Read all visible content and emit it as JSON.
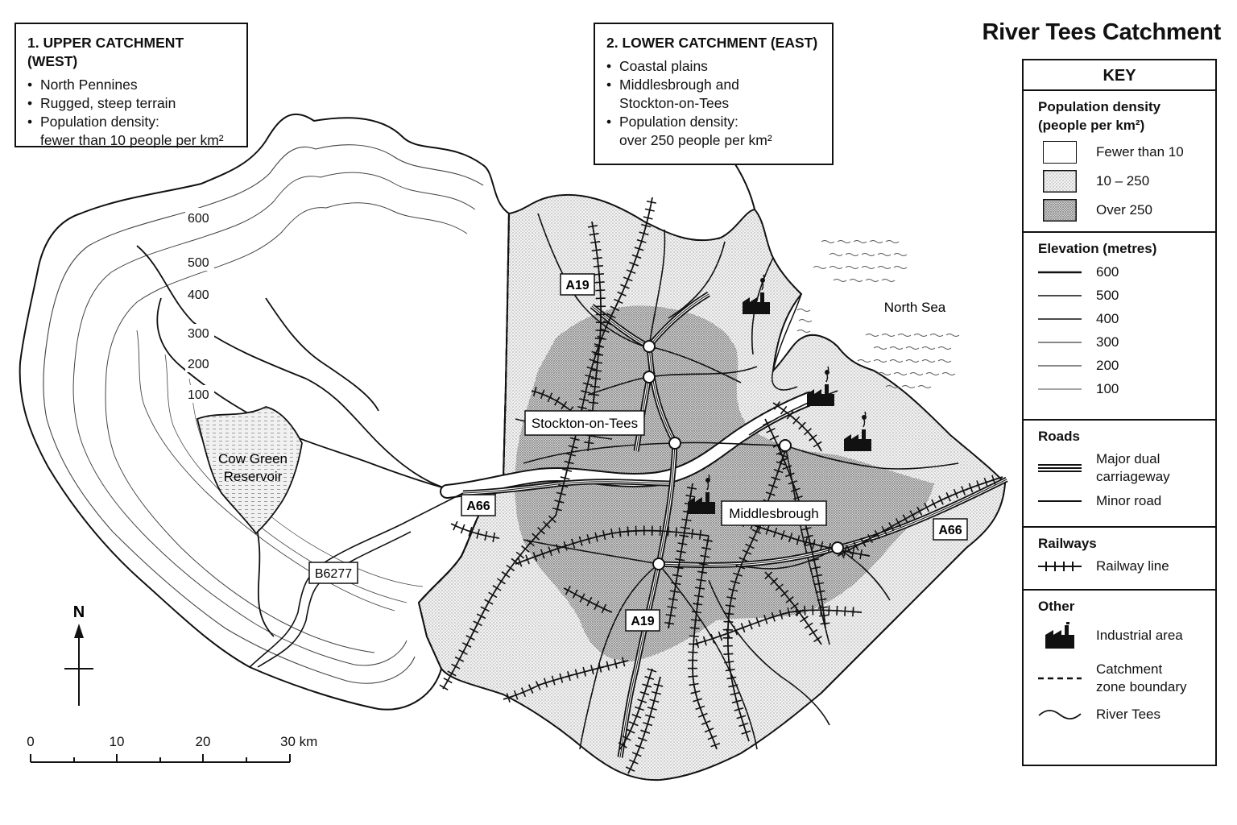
{
  "title": "River Tees Catchment",
  "upper_box": {
    "heading": "1. UPPER CATCHMENT (WEST)",
    "bullets": [
      "North Pennines",
      "Rugged, steep terrain",
      "Population density:"
    ],
    "density_line": "fewer than 10 people per km²"
  },
  "lower_box": {
    "heading": "2. LOWER CATCHMENT (EAST)",
    "bullets": [
      "Coastal plains",
      "Middlesbrough and",
      "Population density:"
    ],
    "bullet2_line2": "Stockton-on-Tees",
    "density_line": "over 250 people per km²"
  },
  "map": {
    "contour_labels": [
      "600",
      "500",
      "400",
      "300",
      "200",
      "100"
    ],
    "place_labels": {
      "reservoir_line1": "Cow Green",
      "reservoir_line2": "Reservoir",
      "stockton": "Stockton-on-Tees",
      "middlesbrough": "Middlesbrough",
      "north_sea": "North Sea"
    },
    "road_labels": {
      "a19_north": "A19",
      "a19_south": "A19",
      "a66_west": "A66",
      "a66_east": "A66",
      "b6277": "B6277"
    },
    "north_arrow": "N",
    "scale": {
      "ticks": [
        "0",
        "10",
        "20",
        "30 km"
      ]
    }
  },
  "key": {
    "title": "KEY",
    "population": {
      "heading_line1": "Population density",
      "heading_line2": "(people per km²)",
      "items": [
        "Fewer than 10",
        "10 – 250",
        "Over 250"
      ]
    },
    "elevation": {
      "heading": "Elevation (metres)",
      "items": [
        "600",
        "500",
        "400",
        "300",
        "200",
        "100"
      ]
    },
    "roads": {
      "heading": "Roads",
      "major_line1": "Major dual",
      "major_line2": "carriageway",
      "minor": "Minor road"
    },
    "railways": {
      "heading": "Railways",
      "item": "Railway line"
    },
    "other": {
      "heading": "Other",
      "industrial": "Industrial area",
      "boundary_line1": "Catchment",
      "boundary_line2": "zone boundary",
      "river": "River Tees"
    }
  }
}
